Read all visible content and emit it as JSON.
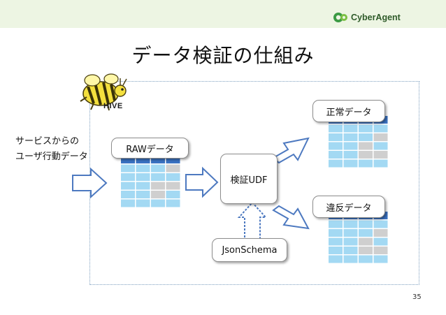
{
  "brand": {
    "logo_text": "CyberAgent"
  },
  "slide": {
    "title": "データ検証の仕組み",
    "page_number": "35"
  },
  "hive_logo": {
    "text": "HIVE"
  },
  "source_label": "サービスからの\nユーザ行動データ",
  "nodes": {
    "raw": "RAWデータ",
    "udf": "検証UDF",
    "schema": "JsonSchema",
    "valid": "正常データ",
    "invalid": "違反データ"
  },
  "colors": {
    "table_header": "#3a72c2",
    "table_cell": "#a3d9f3",
    "table_cell_gray": "#cfcfcf",
    "arrow_fill": "#ffffff",
    "arrow_stroke": "#4d79c0"
  }
}
